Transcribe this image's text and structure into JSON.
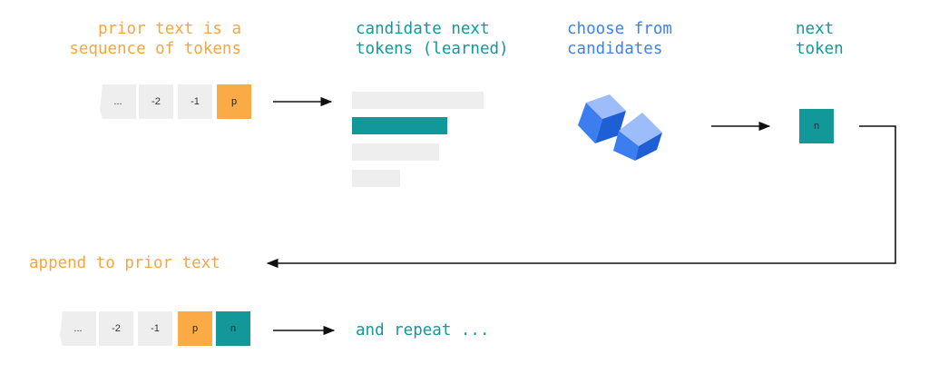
{
  "headings": {
    "prior_text": [
      "prior text is a",
      "sequence of tokens"
    ],
    "candidates": [
      "candidate next",
      "tokens (learned)"
    ],
    "choose": [
      "choose from",
      "candidates"
    ],
    "next_token": [
      "next",
      "token"
    ]
  },
  "tokens_row1": [
    "...",
    "-2",
    "-1",
    "p"
  ],
  "candidate_bars": [
    {
      "relative_length": 1.0,
      "selected": false
    },
    {
      "relative_length": 0.72,
      "selected": true
    },
    {
      "relative_length": 0.66,
      "selected": false
    },
    {
      "relative_length": 0.36,
      "selected": false
    }
  ],
  "next_token_label": "n",
  "append_label": "append to prior text",
  "tokens_row2": [
    "...",
    "-2",
    "-1",
    "p",
    "n"
  ],
  "repeat_label": "and repeat ...",
  "icons": {
    "dice": "dice-icon"
  },
  "colors": {
    "orange": "#f5a644",
    "teal": "#13989a",
    "blue": "#3b82f0",
    "gray": "#eeeeee"
  }
}
